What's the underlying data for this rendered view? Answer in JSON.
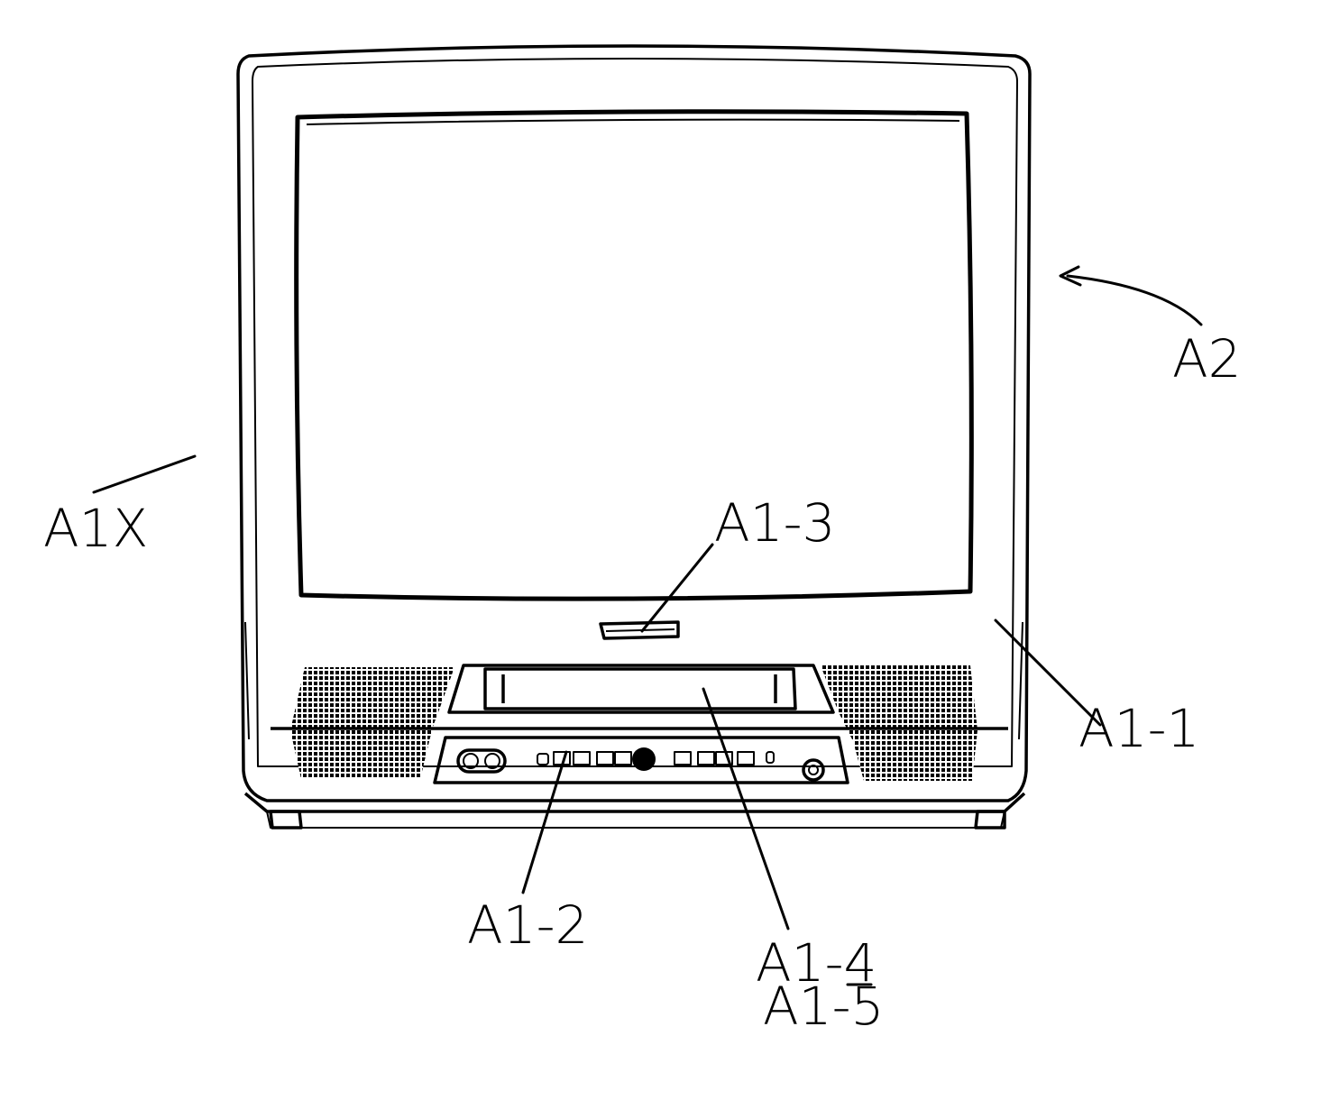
{
  "labels": {
    "a2": "A2",
    "a1x": "A1X",
    "a1_3": "A1-3",
    "a1_1": "A1-1",
    "a1_2": "A1-2",
    "a1_4": "A1-4",
    "a1_5": "A1-5"
  },
  "colors": {
    "ink": "#000000",
    "paper": "#ffffff"
  }
}
